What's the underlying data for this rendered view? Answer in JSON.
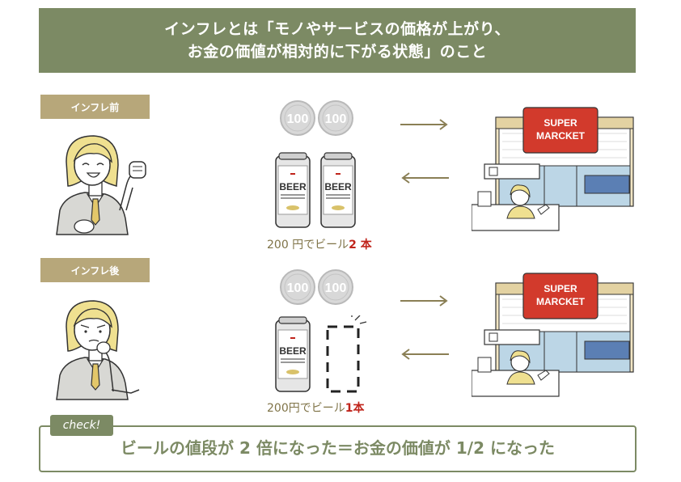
{
  "title": {
    "line1": "インフレとは「モノやサービスの価格が上がり、",
    "line2": "お金の価値が相対的に下がる状態」のこと"
  },
  "before": {
    "tag": "インフレ前",
    "coin_label": "100",
    "beer_label": "BEER",
    "caption_prefix": "200 円でビール",
    "caption_count": "2 本"
  },
  "after": {
    "tag": "インフレ後",
    "coin_label": "100",
    "beer_label": "BEER",
    "caption_prefix": "200円でビール",
    "caption_count": "1本"
  },
  "store": {
    "line1": "SUPER",
    "line2": "MARCKET"
  },
  "check": {
    "tag": "check!",
    "text": "ビールの値段が 2 倍になった＝お金の価値が 1/2 になった"
  },
  "colors": {
    "banner": "#7c8a64",
    "tag": "#b7a77a",
    "accent_red": "#c0241b",
    "arrow": "#8a7f55"
  }
}
